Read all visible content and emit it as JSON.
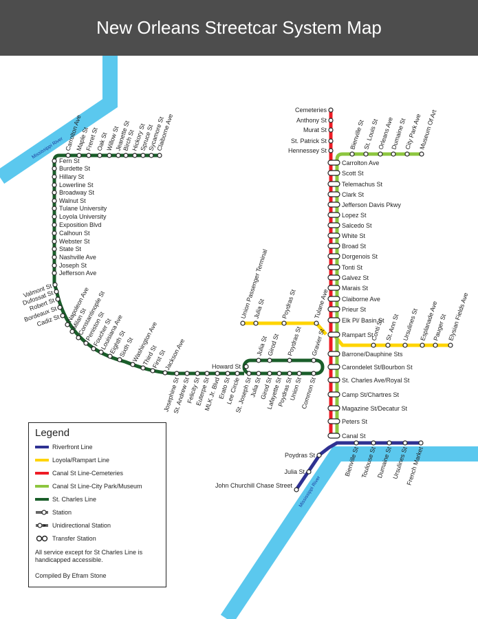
{
  "title": "New Orleans Streetcar System Map",
  "river_label": "Mississippi River",
  "colors": {
    "header": "#4d4d4d",
    "river": "#5bc8ee",
    "riverfront": "#2e3192",
    "loyola_rampart": "#ffd400",
    "canal_cemeteries": "#ee1c25",
    "canal_citypark": "#8dc63f",
    "stcharles": "#1a5e2a"
  },
  "legend": {
    "title": "Legend",
    "lines": [
      {
        "name": "Riverfront Line",
        "color": "#2e3192"
      },
      {
        "name": "Loyola/Rampart Line",
        "color": "#ffd400"
      },
      {
        "name": "Canal St Line-Cemeteries",
        "color": "#ee1c25"
      },
      {
        "name": "Canal St Line-City Park/Museum",
        "color": "#8dc63f"
      },
      {
        "name": "St. Charles Line",
        "color": "#1a5e2a"
      }
    ],
    "station": "Station",
    "unidirectional": "Unidirectional Station",
    "transfer": "Transfer Station",
    "note": "All service except for St Charles Line is handicapped accessible.",
    "credit": "Compiled By Efram Stone"
  },
  "stations": {
    "stcharles_top": [
      "Carrolton  Ave",
      "Maple St",
      "Freret St",
      "Oak St",
      "Willow St",
      "Jeanette St",
      "Birch St",
      "Hickory St",
      "Spruce St",
      "Sycamore St",
      "Claiborne Ave"
    ],
    "stcharles_carrollton": [
      "Fern St",
      "Burdette St",
      "Hillary St",
      "Lowerline St",
      "Broadway St",
      "Walnut St",
      "Tulane University",
      "Loyola University",
      "Exposition Blvd",
      "Calhoun St",
      "Webster St",
      "State St",
      "Nashville Ave",
      "Joseph St",
      "Jefferson Ave"
    ],
    "stcharles_left": [
      "Valmont St",
      "Dufossat St",
      "Robert St",
      "Bordeaux St",
      "Cadiz St"
    ],
    "stcharles_curve": [
      "Napoleon Ave",
      "Milan St",
      "Constantinople St",
      "Peniston St",
      "Foucher St",
      "Louisiana Ave",
      "Eighth St",
      "Sixth St",
      "Washington Ave",
      "Third St",
      "First St",
      "Jackson Ave"
    ],
    "stcharles_bottom": [
      "Josephine St",
      "St. Andrew St",
      "Felicity St",
      "Euterpe St",
      "MLK Jr. Blvd",
      "Erato St",
      "Lee Circle"
    ],
    "howard": "Howard St",
    "loop_top": [
      "Julia St",
      "Girod St",
      "Poydras St",
      "Gravier St"
    ],
    "loop_bottom": [
      "St. Joseph St",
      "Julia St",
      "Girod St",
      "Lafayette St",
      "Poydras St",
      "Union St",
      "Common St"
    ],
    "loyola_upper": [
      "Union Passenger Terminal",
      "Julia St",
      "Poydras St",
      "Tulane Ave"
    ],
    "rampart_lower": [
      "Conti St",
      "St. Ann St",
      "Ursulines St",
      "Esplanade Ave",
      "Pauger St",
      "Elysian Fields Ave"
    ],
    "cemeteries_branch": [
      "Cemeteries",
      "Anthony St",
      "Murat St",
      "St. Patrick St",
      "Hennessey St"
    ],
    "citypark_branch": [
      "Bienville St",
      "St. Louis St",
      "Orleans Ave",
      "Dumaine St",
      "City Park Ave",
      "Museum Of Art"
    ],
    "canal_trunk": [
      "Carrolton Ave",
      "Scott St",
      "Telemachus St",
      "Clark St",
      "Jefferson Davis Pkwy",
      "Lopez St",
      "Salcedo St",
      "White St",
      "Broad St",
      "Dorgenois St",
      "Tonti St",
      "Galvez St",
      "Marais St",
      "Claiborne Ave",
      "Prieur St",
      "Elk Pl/ Basin St",
      "Rampart St",
      "Barrone/Dauphine Sts",
      "Carondelet St/Bourbon St",
      "St. Charles Ave/Royal St",
      "Camp St/Chartres St",
      "Magazine St/Decatur St",
      "Peters St",
      "Canal St"
    ],
    "riverfront_west": [
      "Poydras St",
      "Julia St",
      "John Churchill Chase Street"
    ],
    "riverfront_east": [
      "Bienville St",
      "Toulouse St",
      "Dumaine St",
      "Ursulines St",
      "French Market"
    ]
  }
}
